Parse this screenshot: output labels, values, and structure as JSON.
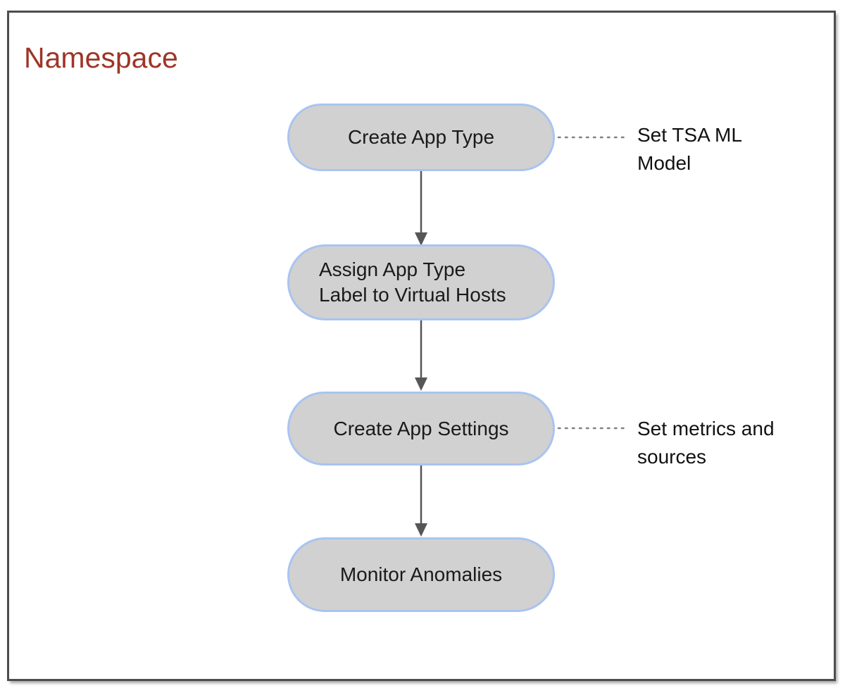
{
  "title": "Namespace",
  "colors": {
    "title_color": "#9e3526",
    "frame_border": "#4d4d4d",
    "node_fill": "#d1d1d1",
    "node_border": "#a9c4f0",
    "node_text": "#1a1a1a",
    "arrow": "#565656",
    "dotted_line": "#808080",
    "annotation_text": "#111111"
  },
  "flowchart": {
    "nodes": [
      {
        "id": "create-app-type",
        "lines": [
          "Create App Type"
        ]
      },
      {
        "id": "assign-app-type-label",
        "lines": [
          "Assign App Type",
          "Label to Virtual Hosts"
        ]
      },
      {
        "id": "create-app-settings",
        "lines": [
          "Create App Settings"
        ]
      },
      {
        "id": "monitor-anomalies",
        "lines": [
          "Monitor Anomalies"
        ]
      }
    ],
    "annotations": [
      {
        "for": "create-app-type",
        "lines": [
          "Set TSA ML",
          "Model"
        ]
      },
      {
        "for": "create-app-settings",
        "lines": [
          "Set metrics and",
          "sources"
        ]
      }
    ]
  }
}
